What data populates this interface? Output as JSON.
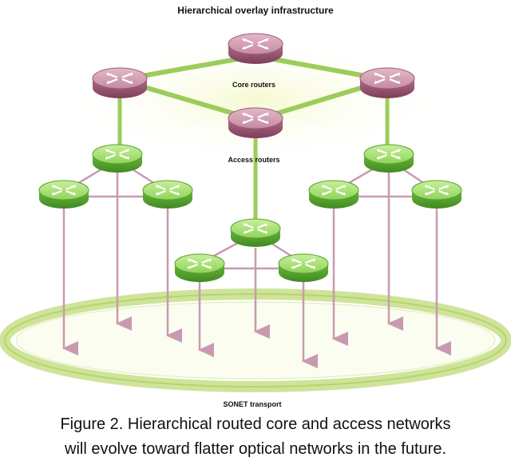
{
  "diagram": {
    "title": "Hierarchical overlay infrastructure",
    "core_label": "Core routers",
    "access_label": "Access routers",
    "transport_label": "SONET transport"
  },
  "caption": {
    "line1": "Figure 2. Hierarchical routed core and access networks",
    "line2": "will evolve toward flatter optical networks in the future."
  },
  "colors": {
    "core_router": "#c58aa2",
    "core_router_dark": "#8a4a66",
    "access_router": "#8ed45a",
    "access_router_dark": "#3f8a22",
    "core_link": "#9ccc5a",
    "access_link": "#c89ab0",
    "sonet_ring": "#eef6c8",
    "sonet_ring_edge": "#b5d66a",
    "glow": "#f4f8c8"
  },
  "icons": {
    "core_router": "router-icon",
    "access_router": "router-icon"
  }
}
